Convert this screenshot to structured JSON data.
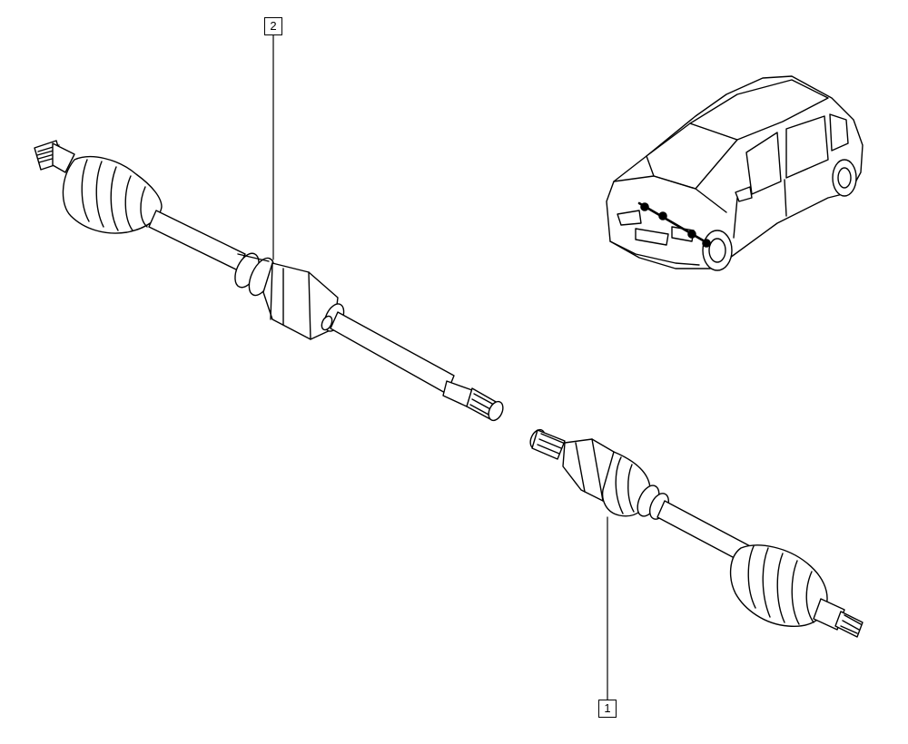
{
  "callouts": {
    "part_2": "2",
    "part_1": "1"
  },
  "colors": {
    "line": "#000000",
    "paper": "#ffffff",
    "shade": "#dcdcdc"
  },
  "icons": [
    "car-locator-icon",
    "driveshaft-part-2",
    "driveshaft-part-1"
  ]
}
